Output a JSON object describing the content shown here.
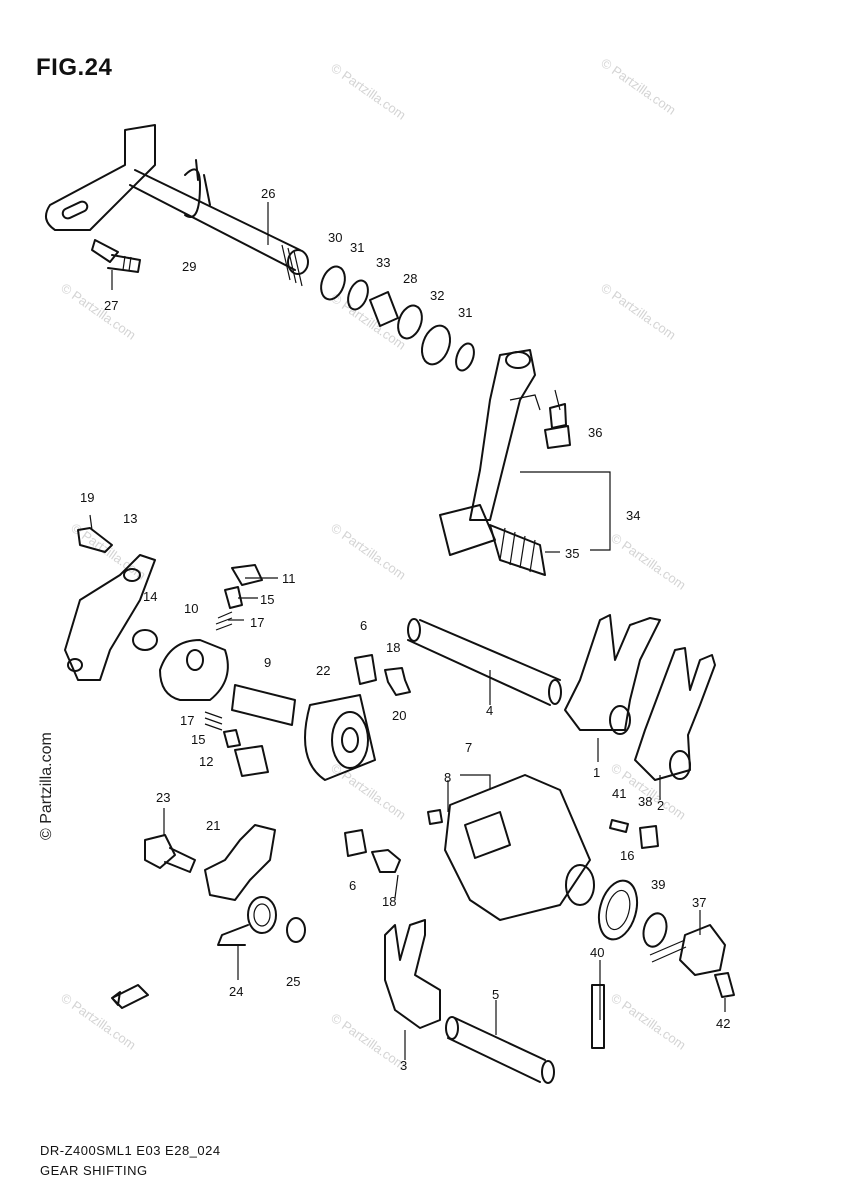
{
  "title": "FIG.24",
  "footer": {
    "model_code": "DR-Z400SML1 E03 E28_024",
    "section": "GEAR SHIFTING"
  },
  "copyright": "© Partzilla.com",
  "watermark": "© Partzilla.com",
  "part_labels": {
    "p1": "1",
    "p2": "2",
    "p3": "3",
    "p4": "4",
    "p5": "5",
    "p6a": "6",
    "p6b": "6",
    "p7": "7",
    "p8": "8",
    "p9": "9",
    "p10": "10",
    "p11": "11",
    "p12": "12",
    "p13": "13",
    "p14": "14",
    "p15a": "15",
    "p15b": "15",
    "p16": "16",
    "p17a": "17",
    "p17b": "17",
    "p18a": "18",
    "p18b": "18",
    "p19": "19",
    "p20": "20",
    "p21": "21",
    "p22": "22",
    "p23": "23",
    "p24": "24",
    "p25": "25",
    "p26": "26",
    "p27": "27",
    "p28": "28",
    "p29": "29",
    "p30": "30",
    "p31a": "31",
    "p31b": "31",
    "p32": "32",
    "p33": "33",
    "p34": "34",
    "p35": "35",
    "p36": "36",
    "p37": "37",
    "p38": "38",
    "p39": "39",
    "p40": "40",
    "p41": "41",
    "p42": "42"
  }
}
